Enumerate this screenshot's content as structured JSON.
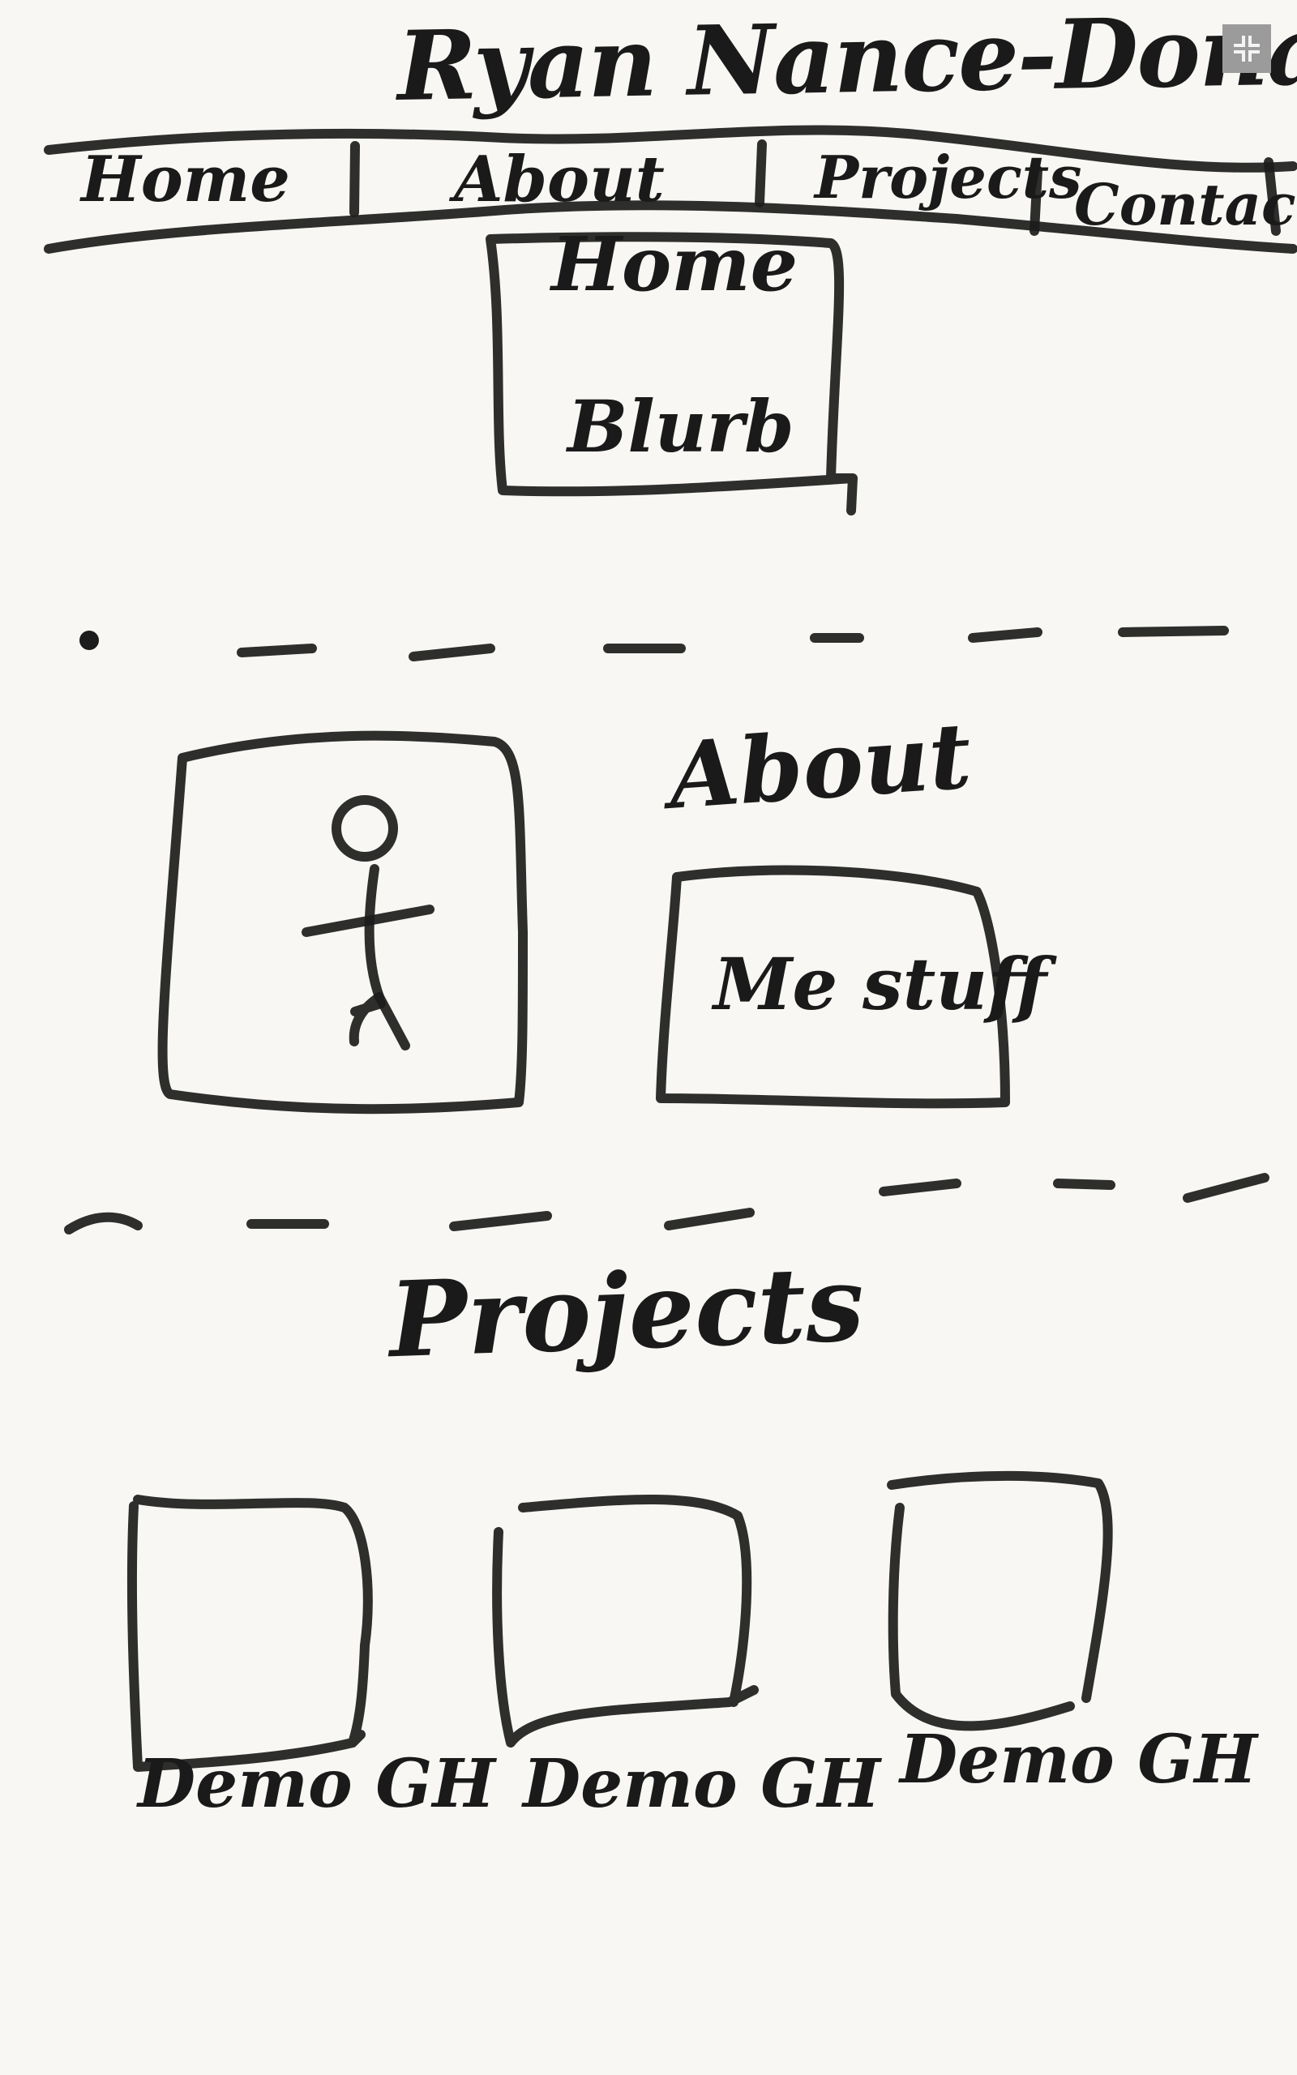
{
  "header": {
    "title": "Ryan Nance-Donaldson",
    "collapse_icon": "collapse-icon"
  },
  "nav": {
    "home": "Home",
    "about": "About",
    "projects": "Projects",
    "contact": "Contact"
  },
  "home": {
    "heading": "Home",
    "blurb": "Blurb"
  },
  "about": {
    "heading": "About",
    "photo_icon": "stick-figure-icon",
    "text": "Me stuff"
  },
  "projects": {
    "heading": "Projects",
    "items": [
      {
        "label": "Demo GH"
      },
      {
        "label": "Demo GH"
      },
      {
        "label": "Demo GH"
      }
    ]
  },
  "colors": {
    "ink": "#1c1c1c",
    "paper": "#f8f7f3",
    "button": "#9b9b9b"
  }
}
